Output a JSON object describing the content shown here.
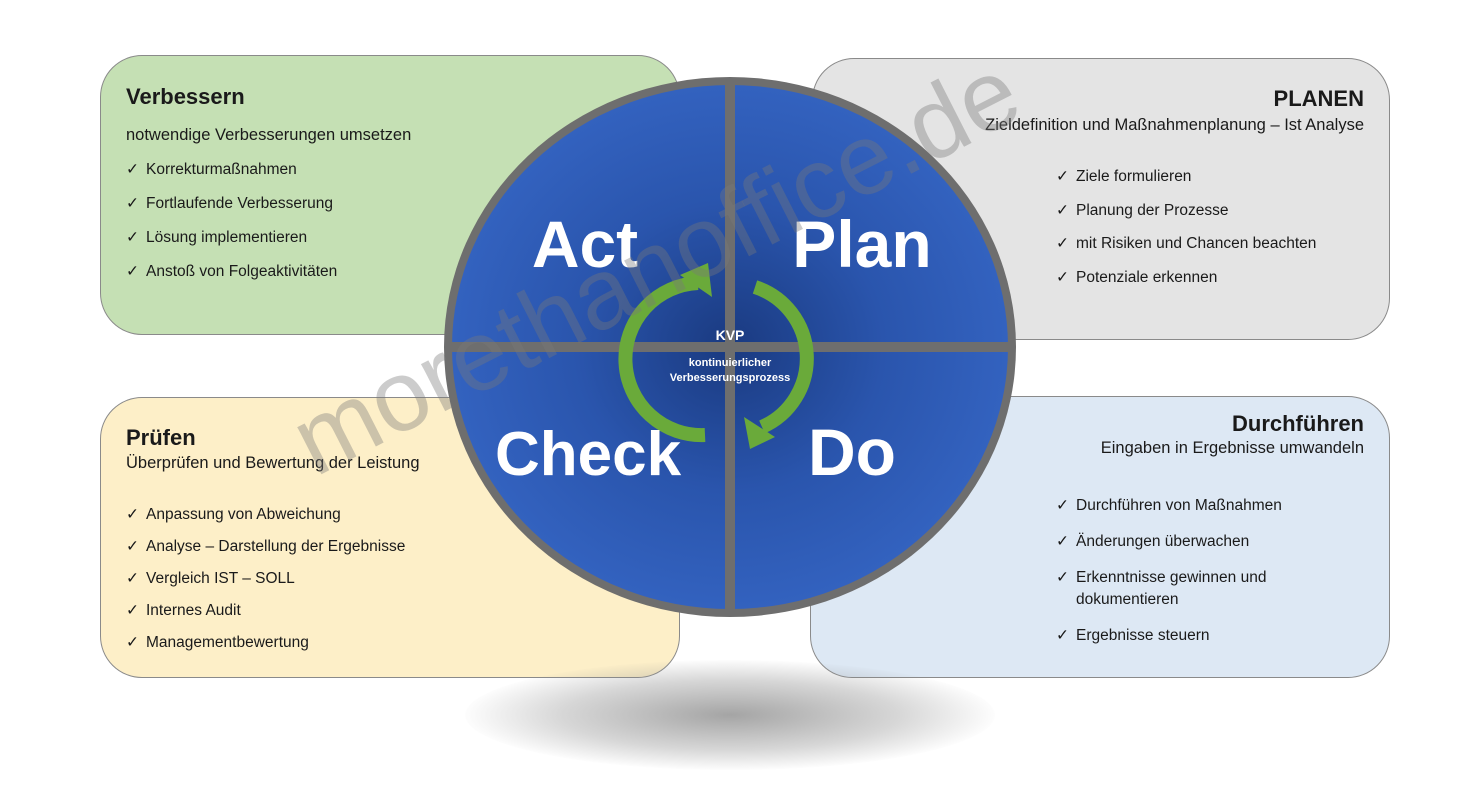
{
  "act_box": {
    "title": "Verbessern",
    "subtitle": "notwendige Verbesserungen umsetzen",
    "items": [
      "Korrekturmaßnahmen",
      "Fortlaufende Verbesserung",
      "Lösung implementieren",
      "Anstoß von Folgeaktivitäten"
    ]
  },
  "plan_box": {
    "title": "PLANEN",
    "subtitle": "Zieldefinition und Maßnahmenplanung – Ist Analyse",
    "items": [
      "Ziele formulieren",
      "Planung der Prozesse",
      "mit Risiken und Chancen beachten",
      "Potenziale erkennen"
    ]
  },
  "check_box": {
    "title": "Prüfen",
    "subtitle": "Überprüfen und Bewertung der Leistung",
    "items": [
      "Anpassung von Abweichung",
      "Analyse – Darstellung der Ergebnisse",
      "Vergleich IST – SOLL",
      "Internes Audit",
      "Managementbewertung"
    ]
  },
  "do_box": {
    "title": "Durchführen",
    "subtitle": "Eingaben in Ergebnisse umwandeln",
    "items": [
      "Durchführen von Maßnahmen",
      "Änderungen überwachen",
      "Erkenntnisse gewinnen und dokumentieren",
      "Ergebnisse steuern"
    ]
  },
  "wheel": {
    "act": "Act",
    "plan": "Plan",
    "check": "Check",
    "do": "Do",
    "center_title": "KVP",
    "center_line1": "kontinuierlicher",
    "center_line2": "Verbesserungsprozess",
    "fill_color": "#2f5bb0",
    "rim_color": "#6e6e6e",
    "arrow_color": "#6aaa3a"
  },
  "check_icon": "✓",
  "watermark": "morethanoffice.de"
}
